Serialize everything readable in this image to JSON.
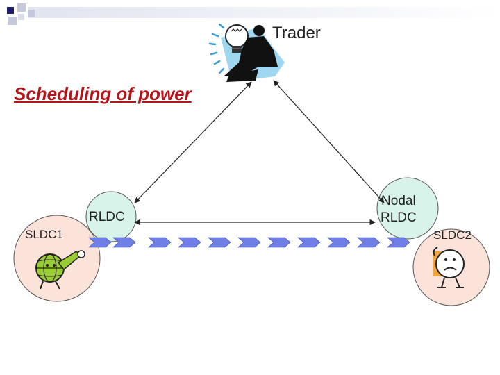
{
  "title": "Scheduling of power",
  "nodes": {
    "trader": {
      "label": "Trader",
      "icon": "businessman-lightbulb-icon"
    },
    "sldc1": {
      "label": "SLDC1",
      "icon": "globe-rocket-icon",
      "fill": "#fbe3da"
    },
    "rldc": {
      "label": "RLDC",
      "fill": "#d8f3ea"
    },
    "nodal_rldc": {
      "label_line1": "Nodal",
      "label_line2": "RLDC",
      "fill": "#d8f3ea"
    },
    "sldc2": {
      "label": "SLDC2",
      "icon": "worried-face-icon",
      "fill": "#fbe3da"
    }
  },
  "colors": {
    "title": "#b3151a",
    "chevrons": "#6f7fe6",
    "corner_squares": "#1f1f6b"
  }
}
